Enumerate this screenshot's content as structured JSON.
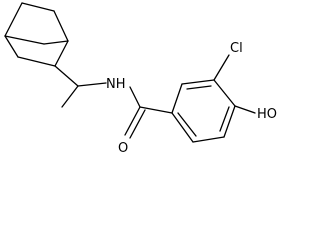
{
  "structure": {
    "atom_labels": {
      "nh": "NH",
      "cl": "Cl",
      "oh": "HO",
      "o": "O"
    }
  }
}
